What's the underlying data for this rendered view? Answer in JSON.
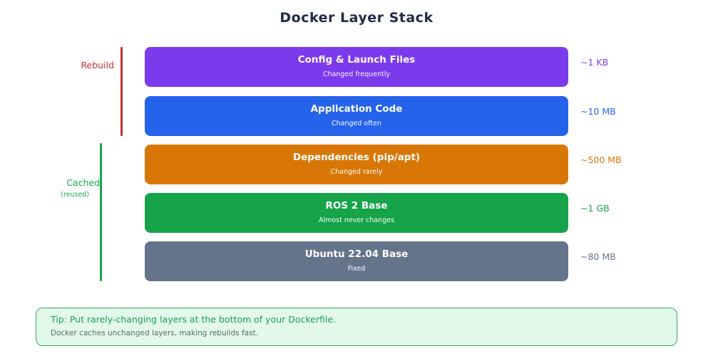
{
  "title": "Docker Layer Stack",
  "brackets": {
    "rebuild": {
      "label": "Rebuild",
      "color": "#c23030"
    },
    "cached": {
      "label": "Cached",
      "sublabel": "(reused)",
      "color": "#16a34a"
    }
  },
  "layers": [
    {
      "title": "Config & Launch Files",
      "subtitle": "Changed frequently",
      "size": "~1 KB",
      "color": "#7c3aed"
    },
    {
      "title": "Application Code",
      "subtitle": "Changed often",
      "size": "~10 MB",
      "color": "#2563eb"
    },
    {
      "title": "Dependencies (pip/apt)",
      "subtitle": "Changed rarely",
      "size": "~500 MB",
      "color": "#d97706"
    },
    {
      "title": "ROS 2 Base",
      "subtitle": "Almost never changes",
      "size": "~1 GB",
      "color": "#16a34a"
    },
    {
      "title": "Ubuntu 22.04 Base",
      "subtitle": "Fixed",
      "size": "~80 MB",
      "color": "#64748b"
    }
  ],
  "tip": {
    "title": "Tip: Put rarely-changing layers at the bottom of your Dockerfile.",
    "subtitle": "Docker caches unchanged layers, making rebuilds fast."
  }
}
